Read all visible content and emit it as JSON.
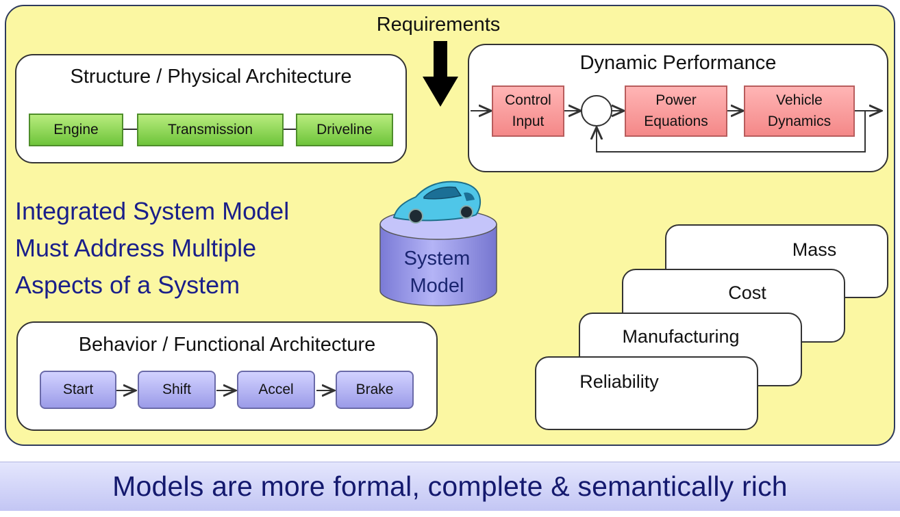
{
  "requirements": "Requirements",
  "structure": {
    "title": "Structure / Physical Architecture",
    "blocks": [
      "Engine",
      "Transmission",
      "Driveline"
    ]
  },
  "dynamic": {
    "title": "Dynamic Performance",
    "blocks": [
      "Control\nInput",
      "Power\nEquations",
      "Vehicle\nDynamics"
    ]
  },
  "integrated": {
    "lines": [
      "Integrated System Model",
      "Must Address Multiple",
      "Aspects of a System"
    ]
  },
  "system_model": {
    "lines": [
      "System",
      "Model"
    ],
    "icon": "car-icon"
  },
  "aspects": [
    "Mass",
    "Cost",
    "Manufacturing",
    "Reliability"
  ],
  "behavior": {
    "title": "Behavior / Functional Architecture",
    "blocks": [
      "Start",
      "Shift",
      "Accel",
      "Brake"
    ]
  },
  "banner": "Models are more formal, complete & semantically rich",
  "colors": {
    "panel": "#fbf7a2",
    "green_block": "#8fd653",
    "pink_block": "#f7a3a3",
    "purple_block": "#b9b9f5",
    "headline_text": "#1a1f8a",
    "cylinder": "#9a9ae6",
    "car": "#4fc6e8",
    "banner": "#d2d4fa"
  }
}
